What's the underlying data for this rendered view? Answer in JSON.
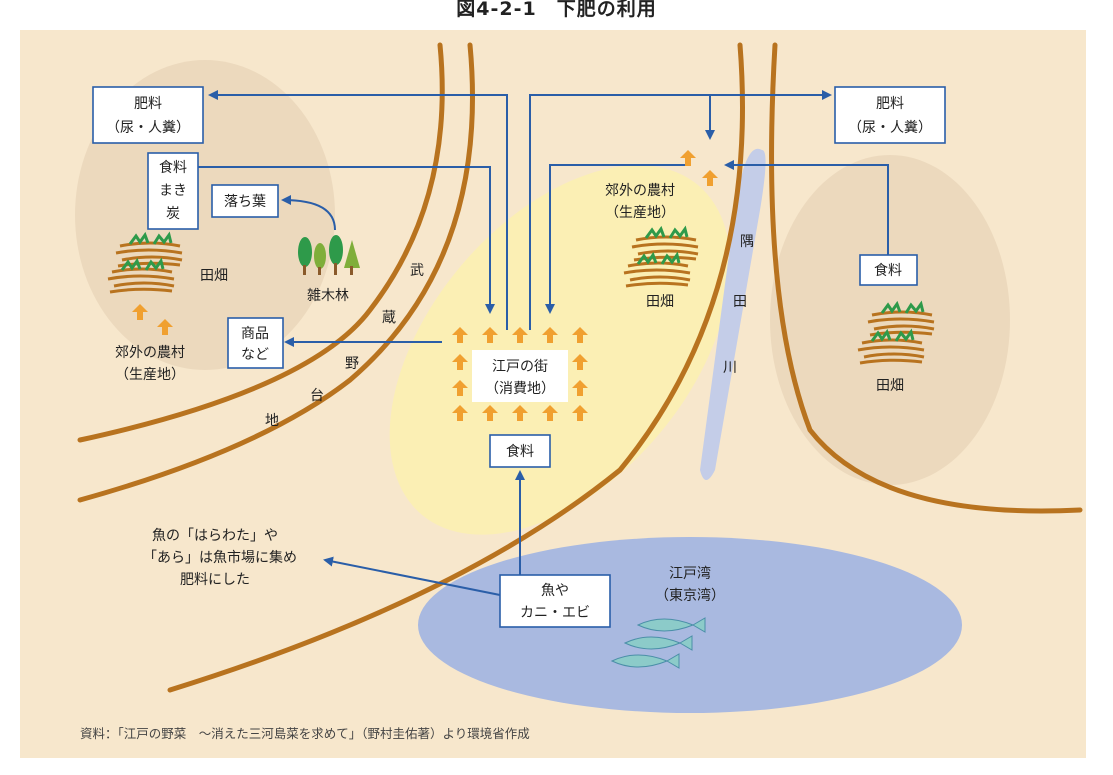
{
  "title": "図4-2-1　下肥の利用",
  "nodes": {
    "fertilizer_left": [
      "肥料",
      "（尿・人糞）"
    ],
    "fertilizer_right": [
      "肥料",
      "（尿・人糞）"
    ],
    "food_fuel": [
      "食料",
      "まき",
      "炭"
    ],
    "fallen_leaves": "落ち葉",
    "woods": "雑木林",
    "goods": [
      "商品",
      "など"
    ],
    "fields_left": "田畑",
    "village_left": [
      "郊外の農村",
      "（生産地）"
    ],
    "village_center": [
      "郊外の農村",
      "（生産地）"
    ],
    "fields_center": "田畑",
    "food_right": "食料",
    "fields_right": "田畑",
    "edo_town": [
      "江戸の街",
      "（消費地）"
    ],
    "food_center": "食料",
    "fish": [
      "魚や",
      "カニ・エビ"
    ],
    "fish_note": [
      "魚の「はらわた」や",
      "「あら」は魚市場に集め",
      "肥料にした"
    ],
    "bay": [
      "江戸湾",
      "（東京湾）"
    ],
    "plateau": [
      "武",
      "蔵",
      "野",
      "台",
      "地"
    ],
    "river": [
      "隅",
      "田",
      "川"
    ]
  },
  "source": "資料：「江戸の野菜　～消えた三河島菜を求めて」（野村圭佑著）より環境省作成",
  "colors": {
    "background": "#f7e7cc",
    "flow": "#2a5ea8",
    "road": "#b8731f",
    "arrow": "#f0a030",
    "water": "#a9b9e0"
  }
}
